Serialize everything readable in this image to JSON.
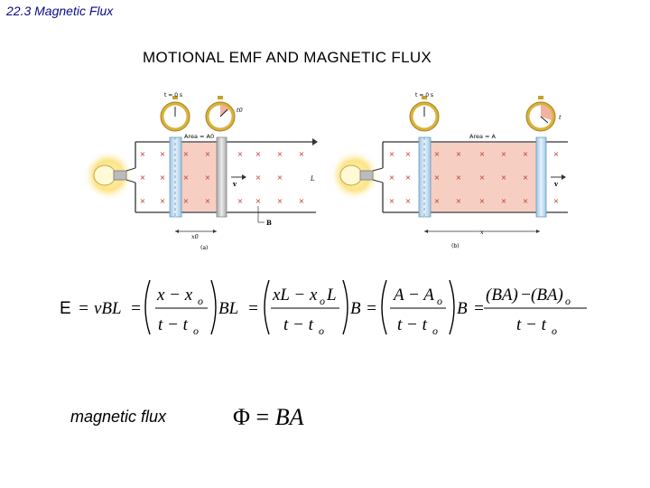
{
  "header": {
    "section": "22.3 Magnetic Flux"
  },
  "slide": {
    "title": "MOTIONAL EMF AND MAGNETIC FLUX"
  },
  "figure": {
    "panel_a": {
      "clock1_label": "t = 0 s",
      "clock2_label": "t0",
      "area_label": "Area = A0",
      "x_label": "x0",
      "v_label": "v",
      "L_label": "L",
      "B_label": "B",
      "caption": "(a)"
    },
    "panel_b": {
      "clock1_label": "t = 0 s",
      "clock2_label": "t",
      "area_label": "Area = A",
      "x_label": "x",
      "v_label": "v",
      "caption": "(b)"
    }
  },
  "equation": {
    "E": "E",
    "eq": "=",
    "vBL": "vBL",
    "num1": "x − x",
    "num1_sub": "o",
    "den": "t − t",
    "den_sub": "o",
    "BL": "BL",
    "num2a": "xL − x",
    "num2_sub": "o",
    "num2b": "L",
    "B": "B",
    "num3": "A − A",
    "num3_sub": "o",
    "num4a": "(BA)",
    "minus": "−",
    "num4b": "(BA)",
    "num4_sub": "o"
  },
  "flux": {
    "label": "magnetic flux",
    "phi": "Φ",
    "eq": "=",
    "rhs": "BA"
  }
}
